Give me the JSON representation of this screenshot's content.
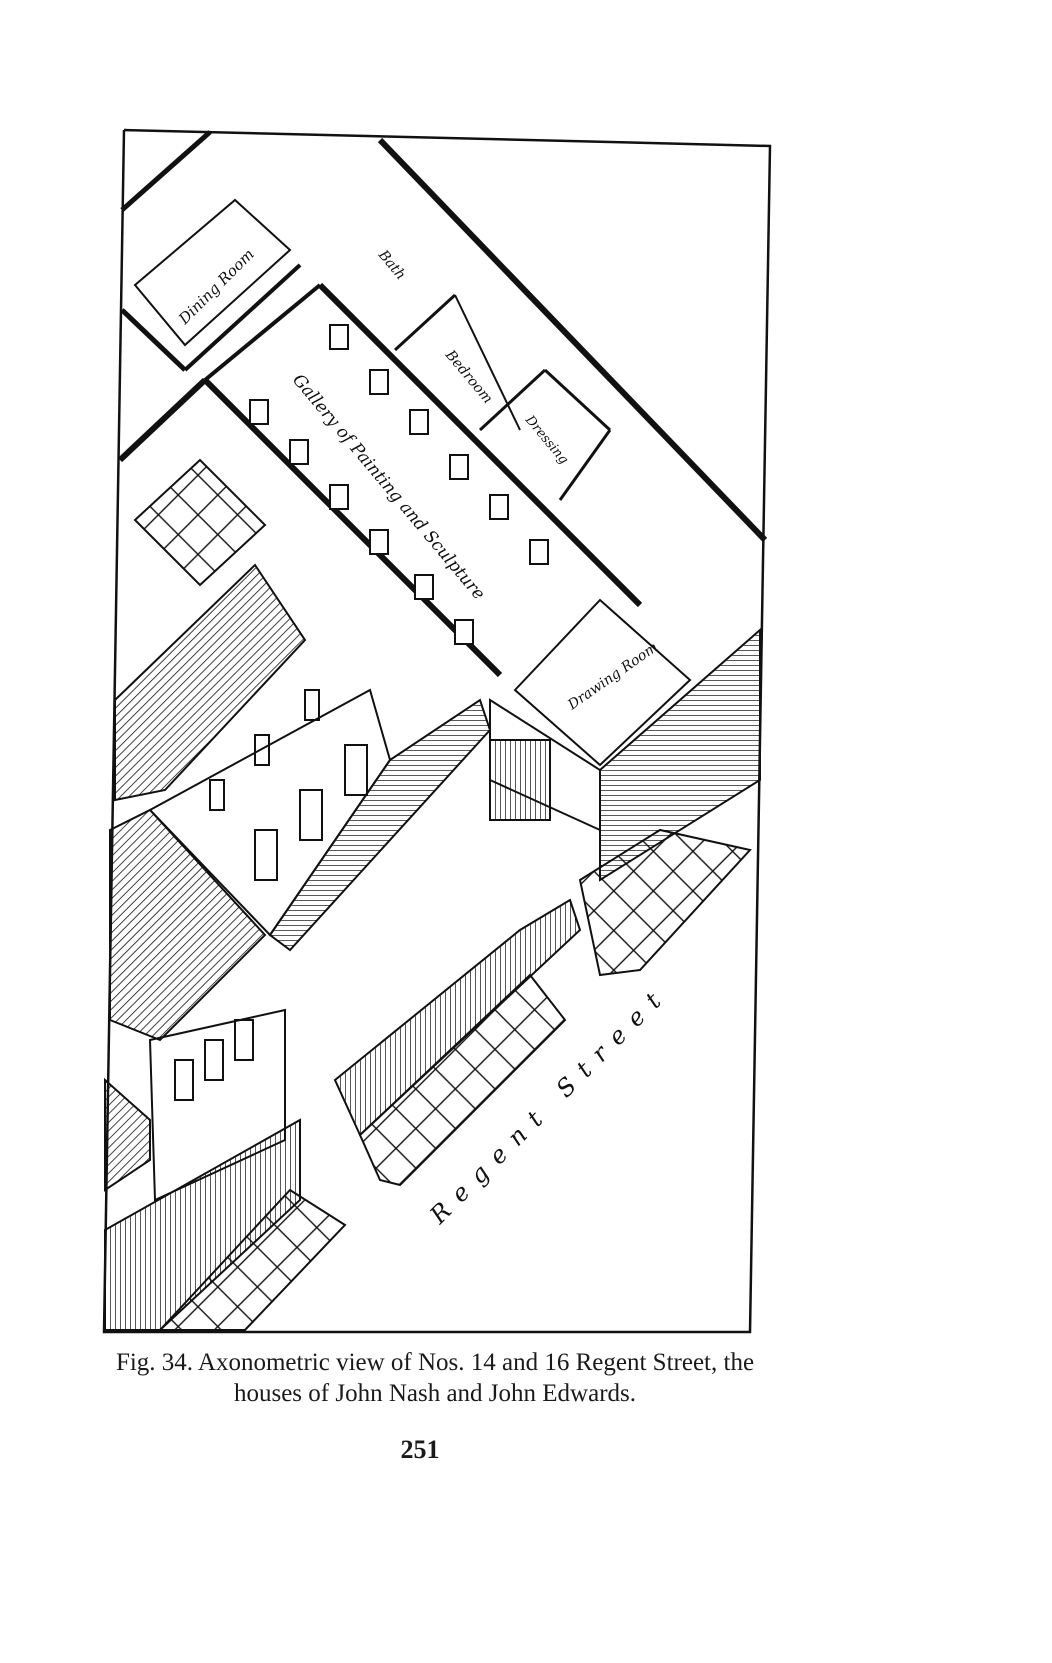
{
  "figure": {
    "labels": {
      "dining_room": "Dining Room",
      "bath": "Bath",
      "bedroom": "Bedroom",
      "dressing": "Dressing",
      "gallery": "Gallery of Painting and Sculpture",
      "drawing_room": "Drawing Room",
      "regent_street": "Regent Street"
    }
  },
  "caption": {
    "line1": "Fig. 34. Axonometric view of Nos. 14 and 16 Regent Street, the",
    "line2": "houses of John Nash and John Edwards."
  },
  "page_number": "251"
}
